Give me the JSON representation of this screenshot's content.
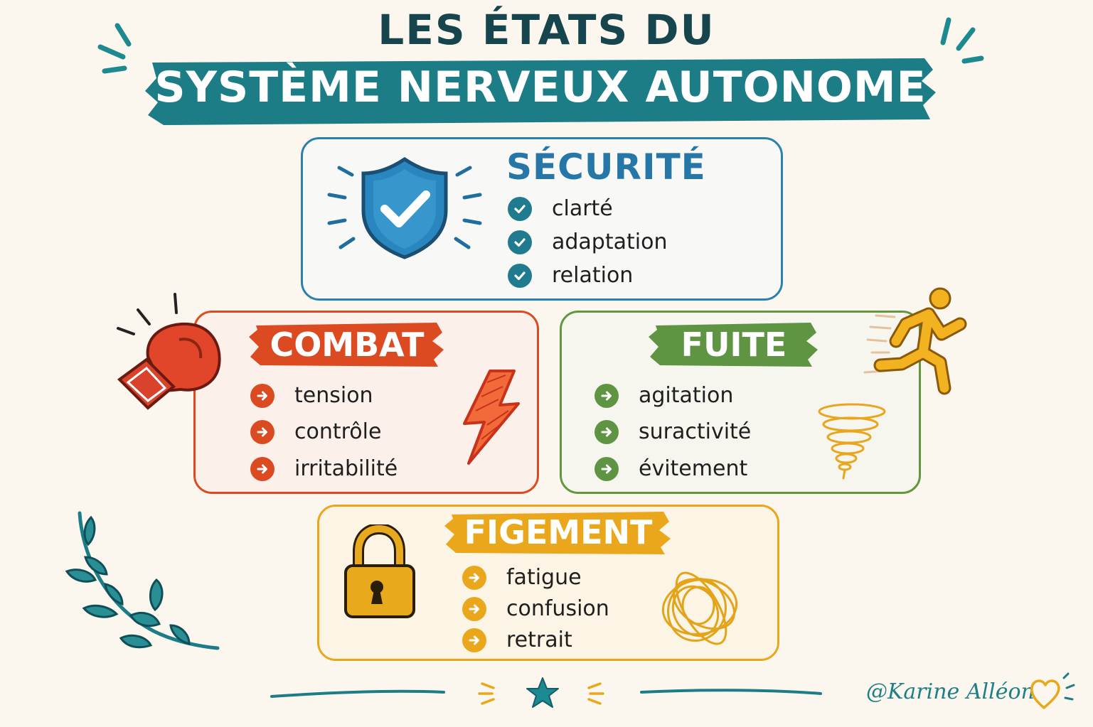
{
  "title": {
    "line1": "LES ÉTATS DU",
    "line2": "SYSTÈME NERVEUX AUTONOME"
  },
  "colors": {
    "teal": "#1c7d87",
    "securite": "#2677a8",
    "combat": "#dc4a22",
    "fuite": "#5f9443",
    "figement": "#eaa71c",
    "navy": "#16454d"
  },
  "states": {
    "securite": {
      "title": "SÉCURITÉ",
      "icon": "shield-check-icon",
      "items": [
        "clarté",
        "adaptation",
        "relation"
      ]
    },
    "combat": {
      "title": "COMBAT",
      "icon": "boxing-glove-icon",
      "items": [
        "tension",
        "contrôle",
        "irritabilité"
      ]
    },
    "fuite": {
      "title": "FUITE",
      "icon": "running-person-icon",
      "items": [
        "agitation",
        "suractivité",
        "évitement"
      ]
    },
    "figement": {
      "title": "FIGEMENT",
      "icon": "padlock-icon",
      "items": [
        "fatigue",
        "confusion",
        "retrait"
      ]
    }
  },
  "signature": "@Karine Alléon"
}
